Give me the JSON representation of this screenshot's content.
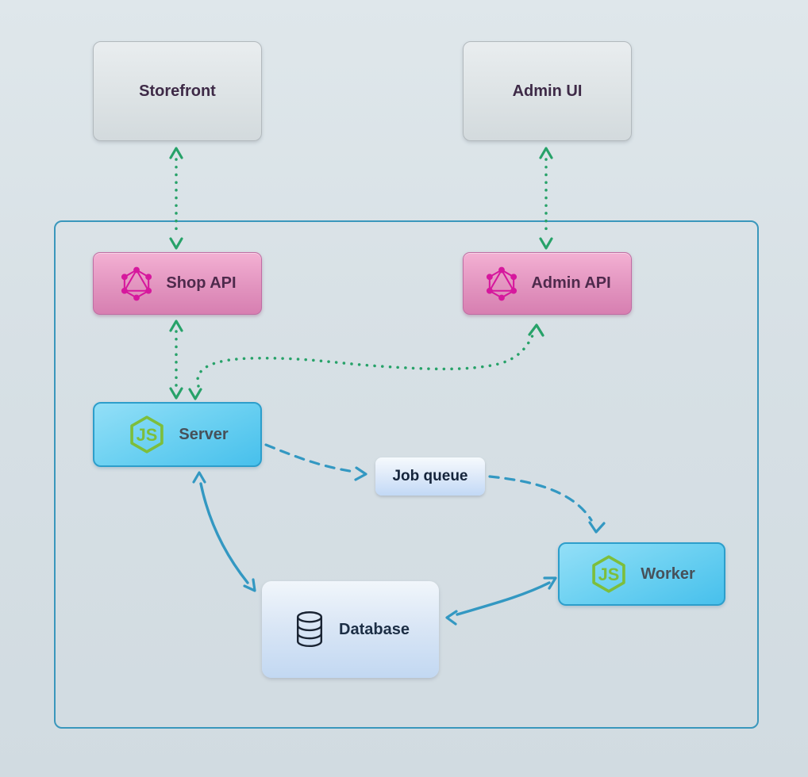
{
  "diagram": {
    "type": "architecture-diagram",
    "nodes": {
      "storefront": {
        "label": "Storefront"
      },
      "admin_ui": {
        "label": "Admin UI"
      },
      "shop_api": {
        "label": "Shop API",
        "icon": "graphql-icon"
      },
      "admin_api": {
        "label": "Admin API",
        "icon": "graphql-icon"
      },
      "server": {
        "label": "Server",
        "icon": "nodejs-icon"
      },
      "job_queue": {
        "label": "Job queue"
      },
      "worker": {
        "label": "Worker",
        "icon": "nodejs-icon"
      },
      "database": {
        "label": "Database",
        "icon": "database-icon"
      }
    },
    "edges": [
      {
        "from": "storefront",
        "to": "shop_api",
        "style": "dotted",
        "color": "#27a269",
        "bidirectional": true
      },
      {
        "from": "admin_ui",
        "to": "admin_api",
        "style": "dotted",
        "color": "#27a269",
        "bidirectional": true
      },
      {
        "from": "shop_api",
        "to": "server",
        "style": "dotted",
        "color": "#27a269",
        "bidirectional": true
      },
      {
        "from": "server",
        "to": "admin_api",
        "style": "dotted",
        "color": "#27a269",
        "bidirectional": true
      },
      {
        "from": "server",
        "to": "job_queue",
        "style": "dashed",
        "color": "#3398c2",
        "bidirectional": false
      },
      {
        "from": "job_queue",
        "to": "worker",
        "style": "dashed",
        "color": "#3398c2",
        "bidirectional": false
      },
      {
        "from": "server",
        "to": "database",
        "style": "solid",
        "color": "#3398c2",
        "bidirectional": true
      },
      {
        "from": "worker",
        "to": "database",
        "style": "solid",
        "color": "#3398c2",
        "bidirectional": true
      }
    ],
    "colors": {
      "background": "#d8e1e6",
      "container_border": "#3a97bc",
      "green_arrow": "#27a269",
      "blue_arrow": "#3398c2",
      "graphql_pink": "#d6189d",
      "nodejs_green": "#7dbe3b",
      "api_box_top": "#f3b0d3",
      "api_box_bottom": "#d77fb1",
      "server_box_top": "#93dff7",
      "server_box_bottom": "#47c0ec",
      "plain_box": "#dde3e5",
      "queue_box_bottom": "#c2d9f6"
    }
  }
}
